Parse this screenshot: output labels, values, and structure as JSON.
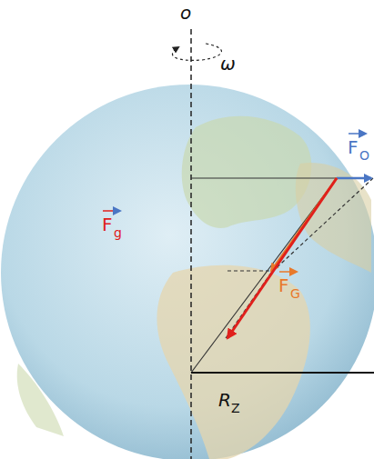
{
  "diagram": {
    "labels": [
      "o",
      "ω",
      "F",
      "O",
      "F",
      "g",
      "F",
      "G",
      "R",
      "Z"
    ]
  }
}
